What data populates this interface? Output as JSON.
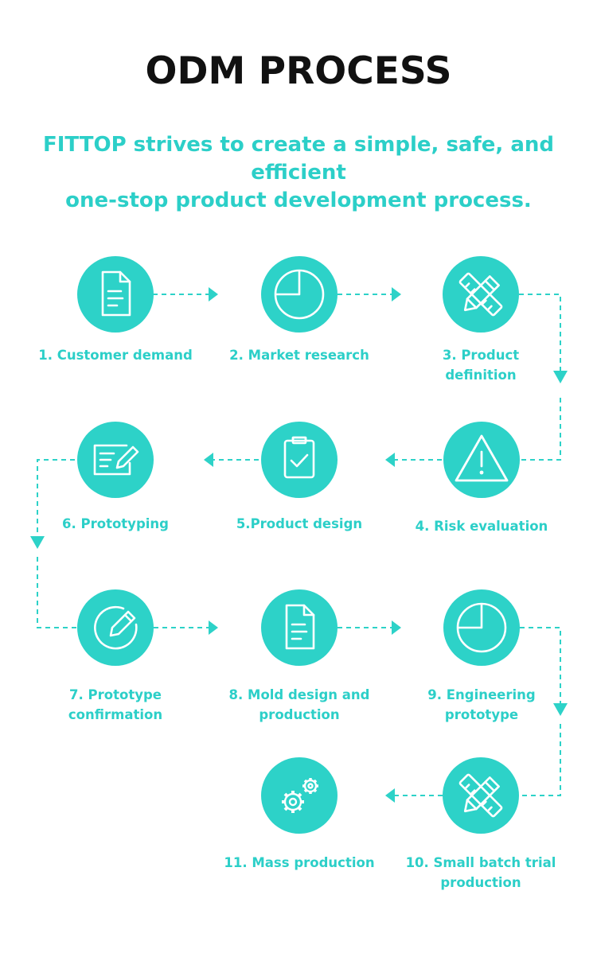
{
  "title": "ODM PROCESS",
  "subtitle": [
    "FITTOP strives to create a simple, safe, and efficient",
    "one-stop product development process."
  ],
  "colors": {
    "accent": "#2dd2c8",
    "title": "#111111"
  },
  "steps": [
    {
      "label": [
        "1. Customer demand"
      ],
      "icon": "document-icon"
    },
    {
      "label": [
        "2. Market research"
      ],
      "icon": "pie-chart-icon"
    },
    {
      "label": [
        "3. Product",
        "definition"
      ],
      "icon": "pencil-ruler-icon"
    },
    {
      "label": [
        "4. Risk evaluation"
      ],
      "icon": "warning-icon"
    },
    {
      "label": [
        "5.Product design"
      ],
      "icon": "clipboard-check-icon"
    },
    {
      "label": [
        "6. Prototyping"
      ],
      "icon": "form-edit-icon"
    },
    {
      "label": [
        "7. Prototype",
        "confirmation"
      ],
      "icon": "pencil-circle-icon"
    },
    {
      "label": [
        "8. Mold design and",
        "production"
      ],
      "icon": "document-icon"
    },
    {
      "label": [
        "9. Engineering",
        "prototype"
      ],
      "icon": "pie-chart-icon"
    },
    {
      "label": [
        "10. Small batch trial",
        "production"
      ],
      "icon": "pencil-ruler-icon"
    },
    {
      "label": [
        "11. Mass production"
      ],
      "icon": "gears-icon"
    }
  ]
}
